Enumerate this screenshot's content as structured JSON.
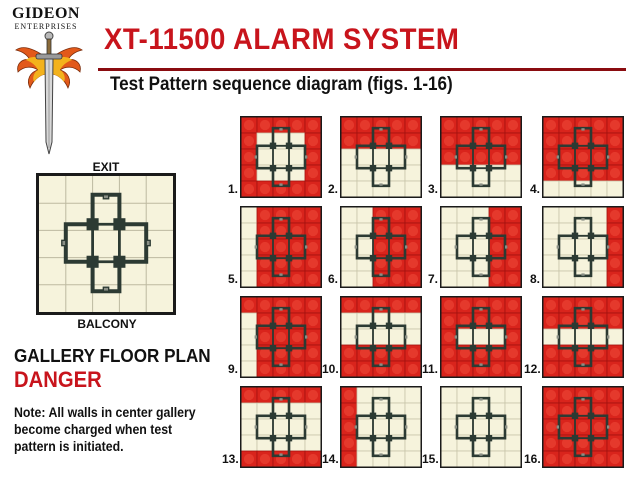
{
  "header": {
    "company_line1": "GIDEON",
    "company_line2": "ENTERPRISES",
    "title": "XT-11500 ALARM SYSTEM",
    "subtitle": "Test Pattern sequence diagram (figs. 1-16)"
  },
  "plan": {
    "exit_label": "EXIT",
    "balcony_label": "BALCONY",
    "floor_title": "GALLERY FLOOR PLAN",
    "danger_label": "DANGER",
    "note": "Note: All walls in center gallery become charged when test pattern is initiated."
  },
  "colors": {
    "danger_red": "#c8141c",
    "tile_red": "#d9241c",
    "floor_cream": "#f6f3dc",
    "wall_dark": "#2c3a33",
    "border": "#1a1a1a"
  },
  "legend": {
    "grid_size": 5,
    "cell_codes": "each figure is a 5x5 grid of floor cells, row by row, top row first; 1 = charged (red), 0 = safe (cream)"
  },
  "figures": [
    {
      "num": "1.",
      "cells": [
        "11111",
        "10001",
        "10001",
        "10001",
        "11111"
      ]
    },
    {
      "num": "2.",
      "cells": [
        "11111",
        "11111",
        "00000",
        "00000",
        "00000"
      ]
    },
    {
      "num": "3.",
      "cells": [
        "11111",
        "11111",
        "11111",
        "00000",
        "00000"
      ]
    },
    {
      "num": "4.",
      "cells": [
        "11111",
        "11111",
        "11111",
        "11111",
        "00000"
      ]
    },
    {
      "num": "5.",
      "cells": [
        "01111",
        "01111",
        "01111",
        "01111",
        "01111"
      ]
    },
    {
      "num": "6.",
      "cells": [
        "00111",
        "00111",
        "00111",
        "00111",
        "00111"
      ]
    },
    {
      "num": "7.",
      "cells": [
        "00011",
        "00011",
        "00011",
        "00011",
        "00011"
      ]
    },
    {
      "num": "8.",
      "cells": [
        "00001",
        "00001",
        "00001",
        "00001",
        "00001"
      ]
    },
    {
      "num": "9.",
      "cells": [
        "11111",
        "01111",
        "01111",
        "01111",
        "01111"
      ]
    },
    {
      "num": "10.",
      "cells": [
        "11111",
        "00000",
        "00000",
        "11111",
        "11111"
      ]
    },
    {
      "num": "11.",
      "cells": [
        "11111",
        "11111",
        "10001",
        "11111",
        "11111"
      ]
    },
    {
      "num": "12.",
      "cells": [
        "11111",
        "11111",
        "00000",
        "11111",
        "11111"
      ]
    },
    {
      "num": "13.",
      "cells": [
        "11111",
        "00000",
        "00000",
        "00000",
        "11111"
      ]
    },
    {
      "num": "14.",
      "cells": [
        "10000",
        "10000",
        "10000",
        "10000",
        "10000"
      ]
    },
    {
      "num": "15.",
      "cells": [
        "00000",
        "00000",
        "00000",
        "00000",
        "00000"
      ]
    },
    {
      "num": "16.",
      "cells": [
        "11111",
        "11111",
        "11111",
        "11111",
        "11111"
      ]
    }
  ]
}
